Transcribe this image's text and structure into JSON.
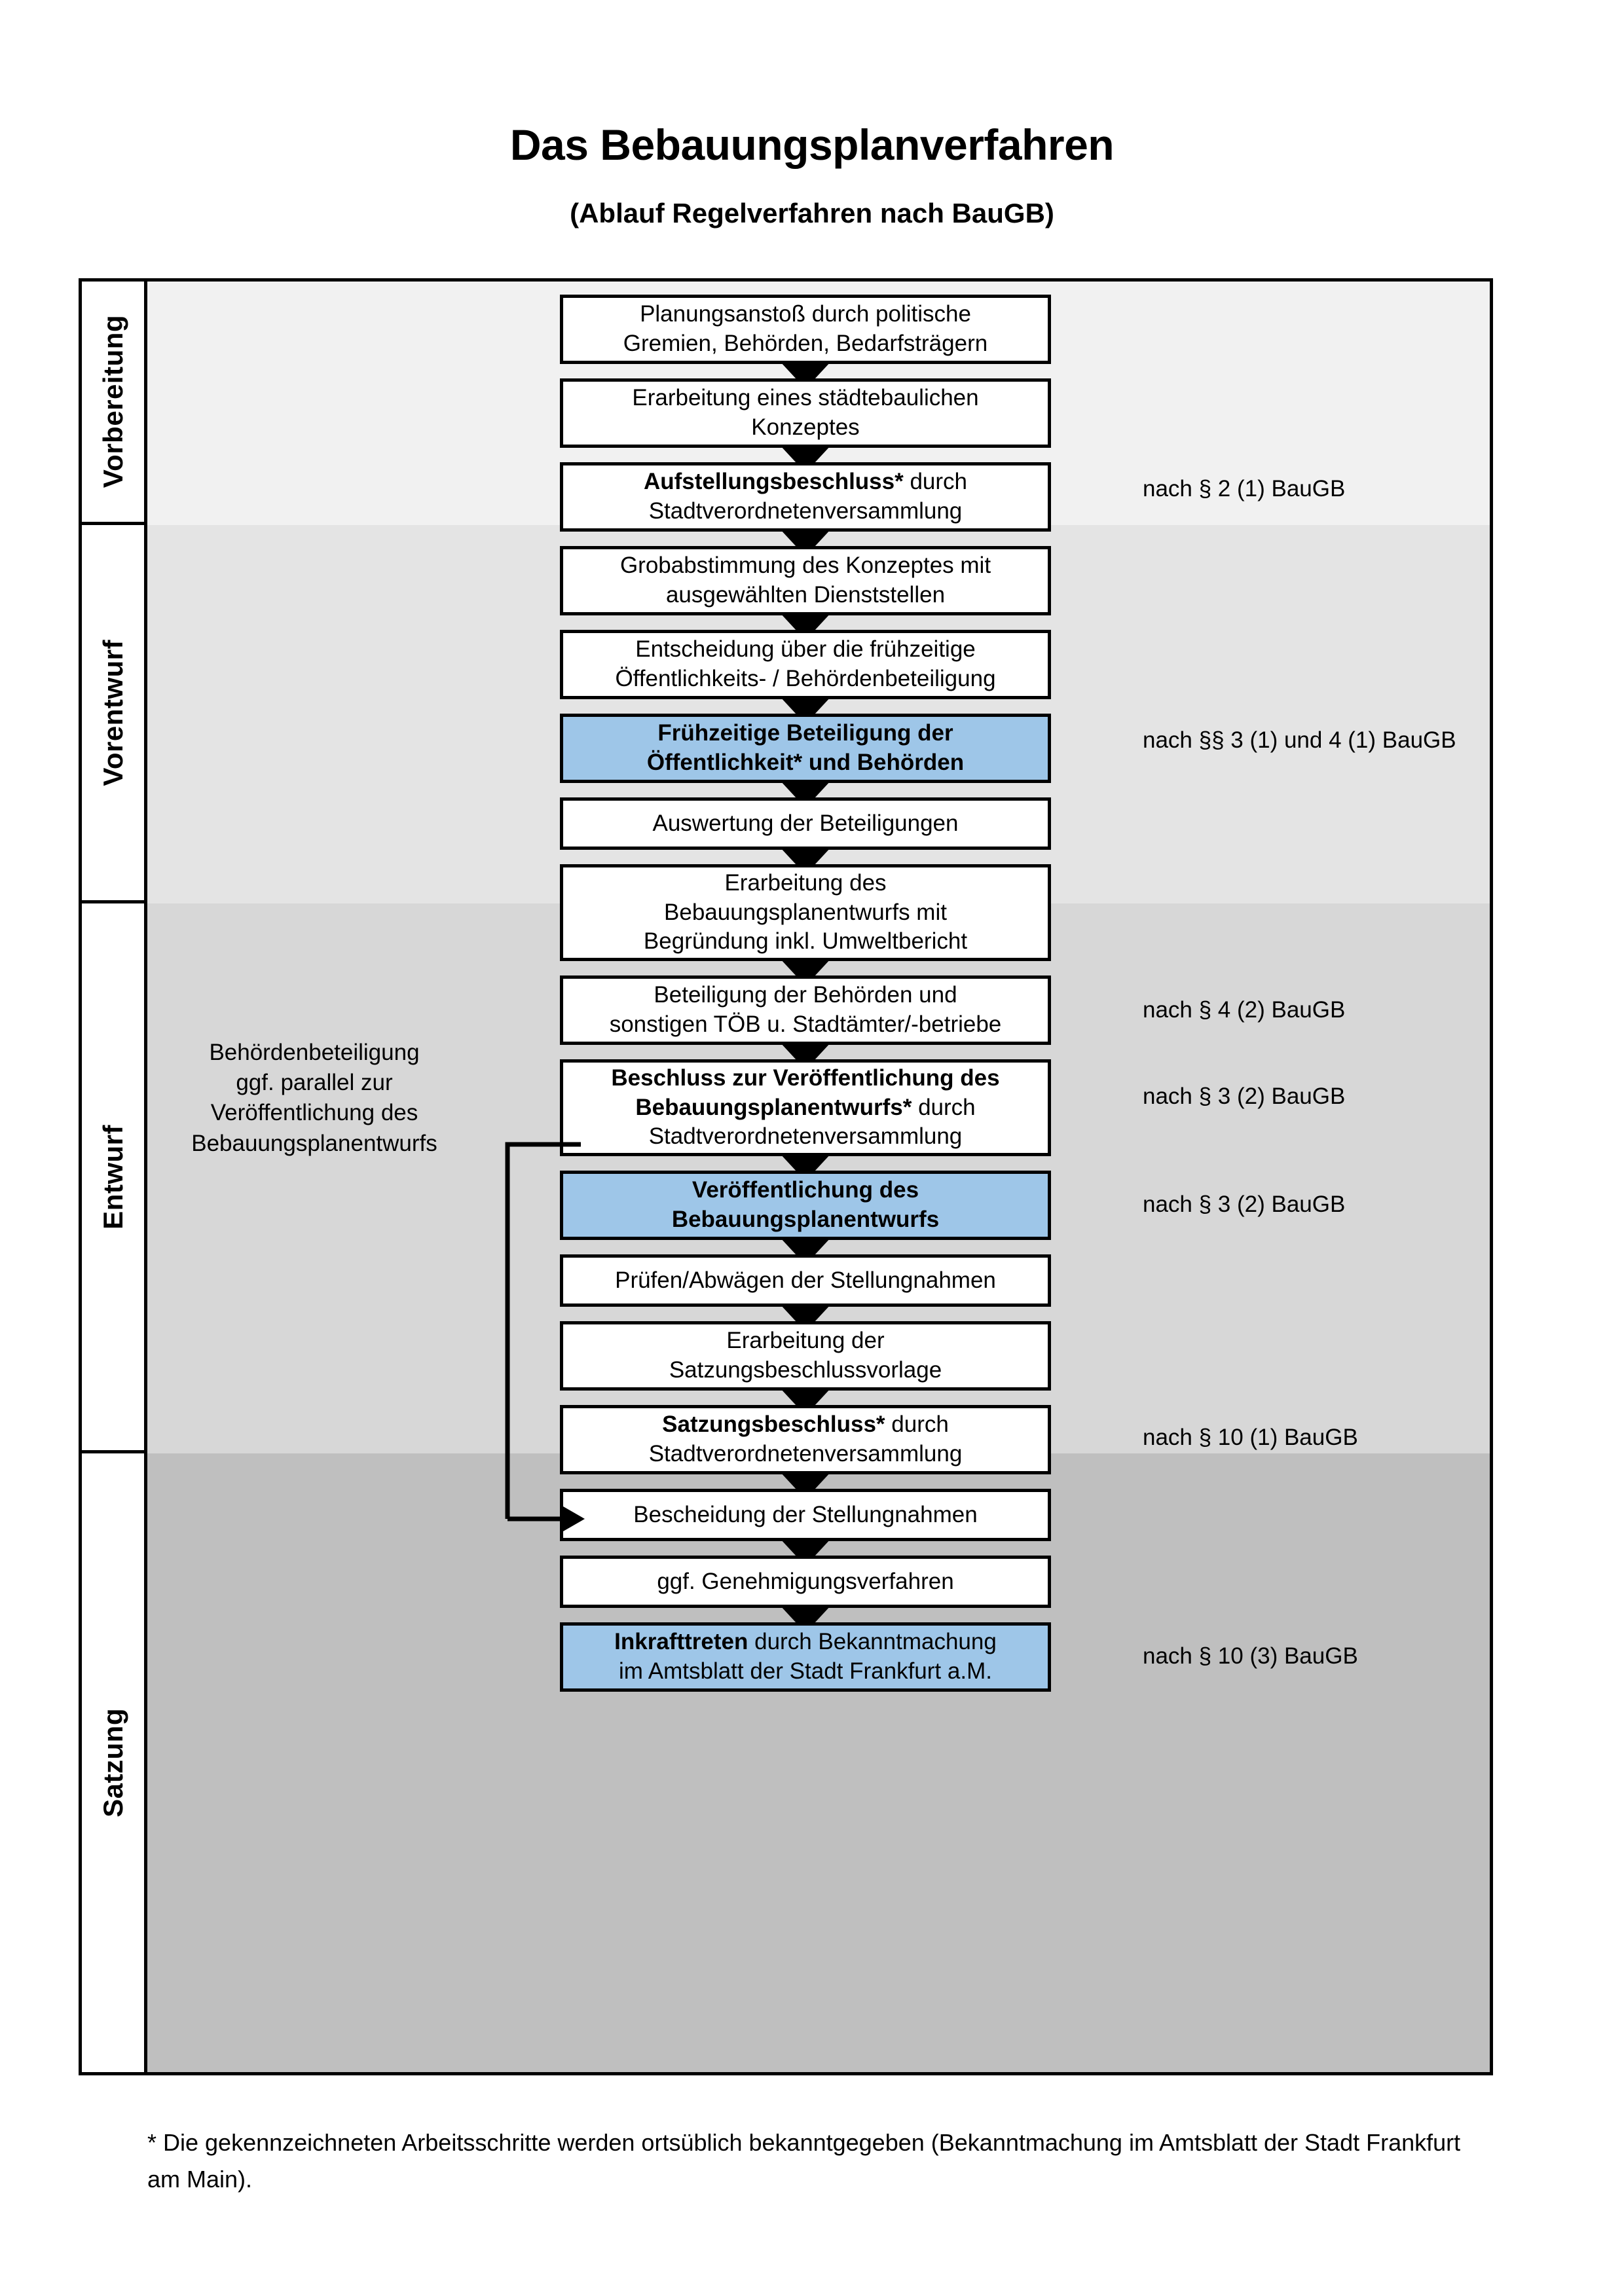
{
  "header": {
    "title": "Das Bebauungsplanverfahren",
    "subtitle": "(Ablauf Regelverfahren nach BauGB)"
  },
  "stages": [
    {
      "id": "vorbereitung",
      "label": "Vorbereitung",
      "band_color": "#f1f1f1"
    },
    {
      "id": "vorentwurf",
      "label": "Vorentwurf",
      "band_color": "#e4e4e4"
    },
    {
      "id": "entwurf",
      "label": "Entwurf",
      "band_color": "#d7d7d7"
    },
    {
      "id": "satzung",
      "label": "Satzung",
      "band_color": "#bfbfbf"
    }
  ],
  "steps": [
    {
      "id": "step-1",
      "stage": "vorbereitung",
      "line1": "Planungsanstoß durch politische",
      "line2": "Gremien, Behörden, Bedarfsträgern",
      "line3": "",
      "highlight": false,
      "bold_prefix": ""
    },
    {
      "id": "step-2",
      "stage": "vorbereitung",
      "line1": "Erarbeitung eines städtebaulichen",
      "line2": "Konzeptes",
      "line3": "",
      "highlight": false,
      "bold_prefix": ""
    },
    {
      "id": "step-3",
      "stage": "vorbereitung",
      "line1": "Aufstellungsbeschluss* durch",
      "line2": "Stadtverordnetenversammlung",
      "line3": "",
      "highlight": false,
      "bold_prefix": "Aufstellungsbeschluss*"
    },
    {
      "id": "step-4",
      "stage": "vorentwurf",
      "line1": "Grobabstimmung des Konzeptes mit",
      "line2": "ausgewählten Dienststellen",
      "line3": "",
      "highlight": false,
      "bold_prefix": ""
    },
    {
      "id": "step-5",
      "stage": "vorentwurf",
      "line1": "Entscheidung über die frühzeitige",
      "line2": "Öffentlichkeits- / Behördenbeteiligung",
      "line3": "",
      "highlight": false,
      "bold_prefix": ""
    },
    {
      "id": "step-6",
      "stage": "vorentwurf",
      "line1": "Frühzeitige Beteiligung der",
      "line2": "Öffentlichkeit* und Behörden",
      "line3": "",
      "highlight": true,
      "bold_all": true
    },
    {
      "id": "step-7",
      "stage": "entwurf",
      "line1": "Auswertung der Beteiligungen",
      "line2": "",
      "line3": "",
      "highlight": false,
      "bold_prefix": ""
    },
    {
      "id": "step-8",
      "stage": "entwurf",
      "line1": "Erarbeitung des",
      "line2": "Bebauungsplanentwurfs mit",
      "line3": "Begründung inkl. Umweltbericht",
      "highlight": false,
      "bold_prefix": ""
    },
    {
      "id": "step-9",
      "stage": "entwurf",
      "line1": "Beteiligung der Behörden und",
      "line2": "sonstigen TÖB u. Stadtämter/-betriebe",
      "line3": "",
      "highlight": false,
      "bold_prefix": ""
    },
    {
      "id": "step-10",
      "stage": "entwurf",
      "line1": "Beschluss zur Veröffentlichung des",
      "line2": "Bebauungsplanentwurfs* durch",
      "line3": "Stadtverordnetenversammlung",
      "highlight": false,
      "bold_prefix": "Beschluss zur Veröffentlichung des Bebauungsplanentwurfs*"
    },
    {
      "id": "step-11",
      "stage": "entwurf",
      "line1": "Veröffentlichung des",
      "line2": "Bebauungsplanentwurfs",
      "line3": "",
      "highlight": true,
      "bold_all": true
    },
    {
      "id": "step-12",
      "stage": "satzung",
      "line1": "Prüfen/Abwägen der Stellungnahmen",
      "line2": "",
      "line3": "",
      "highlight": false,
      "bold_prefix": ""
    },
    {
      "id": "step-13",
      "stage": "satzung",
      "line1": "Erarbeitung der",
      "line2": "Satzungsbeschlussvorlage",
      "line3": "",
      "highlight": false,
      "bold_prefix": ""
    },
    {
      "id": "step-14",
      "stage": "satzung",
      "line1": "Satzungsbeschluss* durch",
      "line2": "Stadtverordnetenversammlung",
      "line3": "",
      "highlight": false,
      "bold_prefix": "Satzungsbeschluss*"
    },
    {
      "id": "step-15",
      "stage": "satzung",
      "line1": "Bescheidung der Stellungnahmen",
      "line2": "",
      "line3": "",
      "highlight": false,
      "bold_prefix": ""
    },
    {
      "id": "step-16",
      "stage": "satzung",
      "line1": "ggf. Genehmigungsverfahren",
      "line2": "",
      "line3": "",
      "highlight": false,
      "bold_prefix": ""
    },
    {
      "id": "step-17",
      "stage": "satzung",
      "line1": "Inkrafttreten durch Bekanntmachung",
      "line2": "im Amtsblatt der Stadt Frankfurt a.M.",
      "line3": "",
      "highlight": true,
      "bold_prefix": "Inkrafttreten"
    }
  ],
  "legal_notes": [
    {
      "id": "legal-1",
      "text": "nach § 2 (1) BauGB"
    },
    {
      "id": "legal-2",
      "text": "nach §§ 3 (1) und 4 (1) BauGB"
    },
    {
      "id": "legal-3",
      "text": "nach § 4 (2) BauGB"
    },
    {
      "id": "legal-4",
      "text": "nach § 3 (2) BauGB"
    },
    {
      "id": "legal-5",
      "text": "nach § 3 (2) BauGB"
    },
    {
      "id": "legal-6",
      "text": "nach § 10 (1) BauGB"
    },
    {
      "id": "legal-7",
      "text": "nach § 10 (3) BauGB"
    }
  ],
  "side_note": {
    "line1": "Behördenbeteiligung",
    "line2": "ggf. parallel zur",
    "line3": "Veröffentlichung des",
    "line4": "Bebauungsplanentwurfs"
  },
  "footnote": {
    "text": "* Die gekennzeichneten Arbeitsschritte werden ortsüblich bekanntgegeben (Bekanntmachung im Amtsblatt  der Stadt Frankfurt am Main)."
  },
  "colors": {
    "highlight_blue": "#9ec6e8",
    "line_black": "#000000",
    "box_white": "#ffffff"
  }
}
